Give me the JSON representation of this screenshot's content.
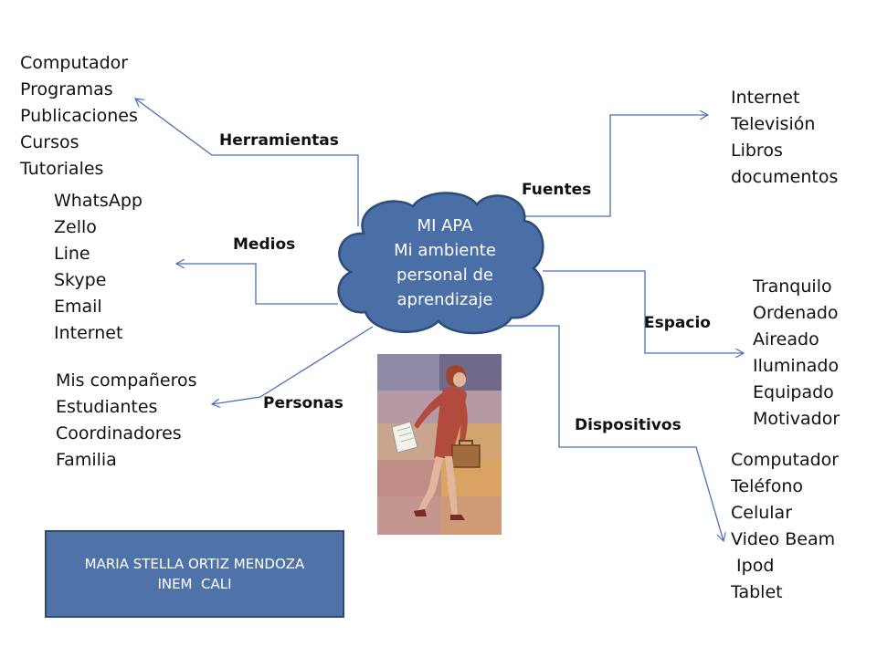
{
  "center": {
    "lines": [
      "MI APA",
      "Mi ambiente",
      "personal de",
      "aprendizaje"
    ],
    "fill_color": "#4a6ea6",
    "stroke_color": "#2f4b7a"
  },
  "branches": {
    "herramientas": {
      "label": "Herramientas",
      "items": [
        "Computador",
        "Programas",
        "Publicaciones",
        "Cursos",
        "Tutoriales"
      ]
    },
    "medios": {
      "label": "Medios",
      "items": [
        "WhatsApp",
        "Zello",
        "Line",
        "Skype",
        "Email",
        "Internet"
      ]
    },
    "personas": {
      "label": "Personas",
      "items": [
        "Mis compañeros",
        "Estudiantes",
        "Coordinadores",
        "Familia"
      ]
    },
    "fuentes": {
      "label": "Fuentes",
      "items": [
        "Internet",
        "Televisión",
        "Libros",
        "documentos"
      ]
    },
    "espacio": {
      "label": "Espacio",
      "items": [
        "Tranquilo",
        "Ordenado",
        "Aireado",
        "Iluminado",
        "Equipado",
        "Motivador"
      ]
    },
    "dispositivos": {
      "label": "Dispositivos",
      "items": [
        "Computador",
        "Teléfono",
        "Celular",
        "Video Beam",
        " Ipod",
        "Tablet"
      ]
    }
  },
  "author": {
    "name": "MARIA STELLA ORTIZ MENDOZA",
    "school": "INEM  CALI",
    "box_color": "#4f72a9"
  },
  "connector_color": "#4a6fb5",
  "illustration": {
    "icon": "businesswoman-walking-clipart"
  }
}
